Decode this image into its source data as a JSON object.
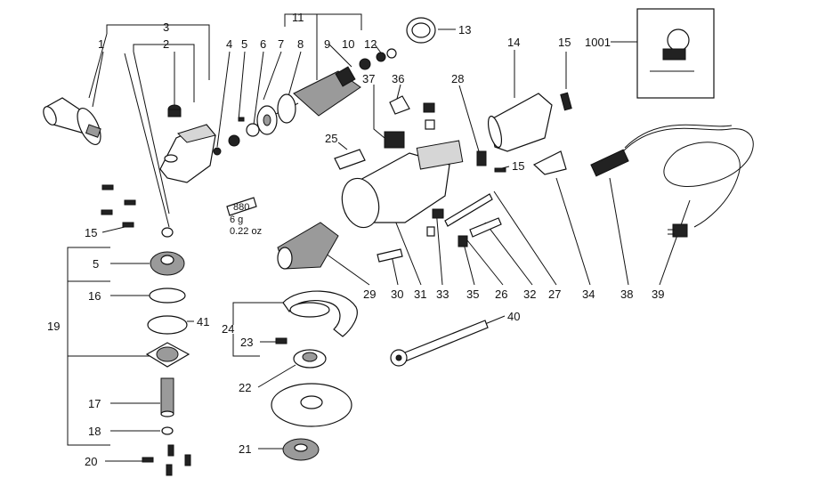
{
  "labels": {
    "p1": "1",
    "p2": "2",
    "p3": "3",
    "p4": "4",
    "p5a": "5",
    "p6": "6",
    "p7": "7",
    "p8": "8",
    "p9": "9",
    "p10": "10",
    "p11": "11",
    "p12": "12",
    "p13": "13",
    "p14": "14",
    "p15a": "15",
    "p1001": "1001",
    "p37": "37",
    "p36": "36",
    "p28": "28",
    "p25": "25",
    "p15b": "15",
    "p15c": "15",
    "p5b": "5",
    "p16": "16",
    "p19": "19",
    "p41": "41",
    "p17": "17",
    "p18": "18",
    "p20": "20",
    "p24": "24",
    "p23": "23",
    "p22": "22",
    "p21": "21",
    "p29": "29",
    "p30": "30",
    "p31": "31",
    "p33": "33",
    "p35": "35",
    "p26": "26",
    "p32": "32",
    "p27": "27",
    "p34": "34",
    "p38": "38",
    "p39": "39",
    "p40": "40"
  },
  "grease": {
    "tube_code": "880",
    "weight_g": "6 g",
    "weight_oz": "0.22 oz"
  },
  "icons": [
    "side-handle",
    "gear-housing",
    "armature",
    "motor-housing",
    "wrench",
    "power-cable",
    "wheel-guard",
    "grinding-wheel"
  ]
}
